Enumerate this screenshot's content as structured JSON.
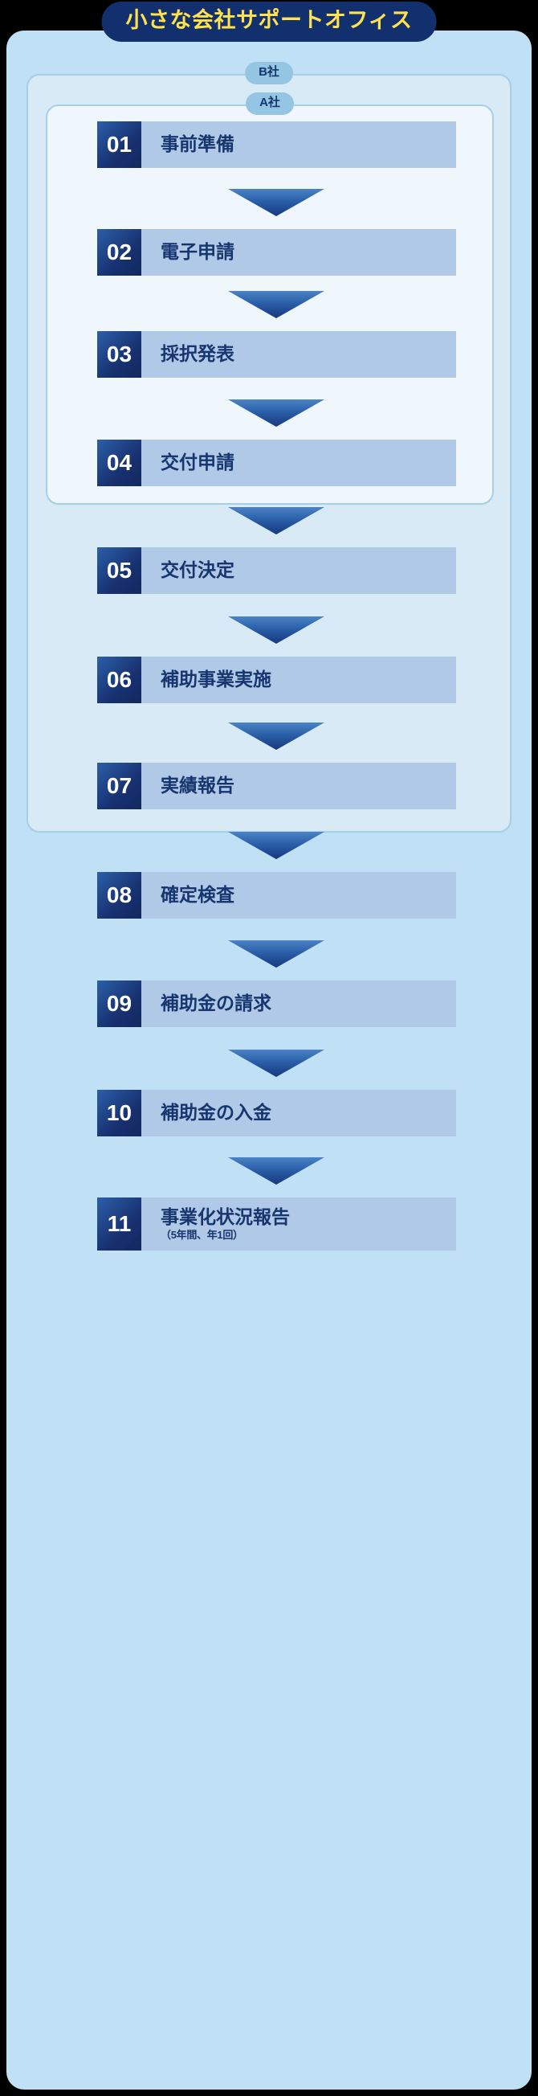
{
  "title": "小さな会社サポートオフィス",
  "containers": {
    "b_company": "B社",
    "a_company": "A社"
  },
  "steps": [
    {
      "num": "01",
      "label": "事前準備",
      "sub": ""
    },
    {
      "num": "02",
      "label": "電子申請",
      "sub": ""
    },
    {
      "num": "03",
      "label": "採択発表",
      "sub": ""
    },
    {
      "num": "04",
      "label": "交付申請",
      "sub": ""
    },
    {
      "num": "05",
      "label": "交付決定",
      "sub": ""
    },
    {
      "num": "06",
      "label": "補助事業実施",
      "sub": ""
    },
    {
      "num": "07",
      "label": "実績報告",
      "sub": ""
    },
    {
      "num": "08",
      "label": "確定検査",
      "sub": ""
    },
    {
      "num": "09",
      "label": "補助金の請求",
      "sub": ""
    },
    {
      "num": "10",
      "label": "補助金の入金",
      "sub": ""
    },
    {
      "num": "11",
      "label": "事業化状況報告",
      "sub": "（5年間、年1回）"
    }
  ],
  "colors": {
    "page_background": "#000000",
    "card_background": "#bfe0f5",
    "company_b_background": "#d9eaf7",
    "company_a_background": "#f0f7fc",
    "title_pill_background": "#13306e",
    "title_pill_text": "#ffe24d",
    "step_number_background": "#17306f",
    "step_label_background": "#afc9e6",
    "step_label_text": "#17356f",
    "arrow_color": "#2a5fa8",
    "company_tag_background": "#94c5e2"
  }
}
